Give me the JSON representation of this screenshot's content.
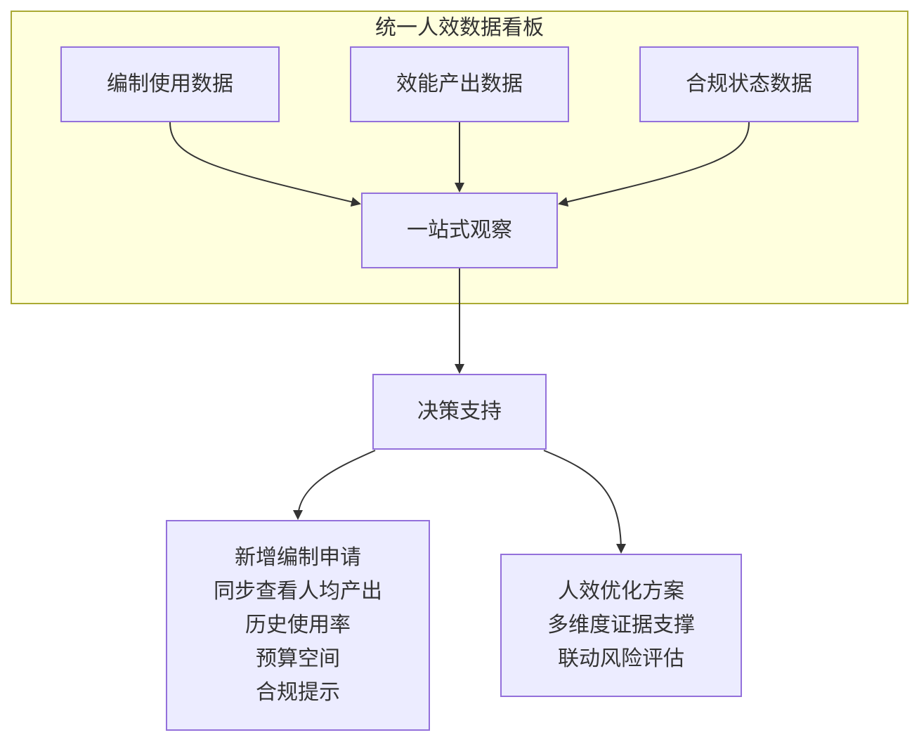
{
  "diagram": {
    "cluster": {
      "title": "统一人效数据看板"
    },
    "nodes": {
      "staffing": {
        "label": "编制使用数据"
      },
      "efficiency": {
        "label": "效能产出数据"
      },
      "compliance": {
        "label": "合规状态数据"
      },
      "one_stop": {
        "label": "一站式观察"
      },
      "decision": {
        "label": "决策支持"
      },
      "new_request": {
        "lines": [
          "新增编制申请",
          "同步查看人均产出",
          "历史使用率",
          "预算空间",
          "合规提示"
        ]
      },
      "optimization": {
        "lines": [
          "人效优化方案",
          "多维度证据支撑",
          "联动风险评估"
        ]
      }
    },
    "edges": [
      {
        "from": "staffing",
        "to": "one_stop"
      },
      {
        "from": "efficiency",
        "to": "one_stop"
      },
      {
        "from": "compliance",
        "to": "one_stop"
      },
      {
        "from": "one_stop",
        "to": "decision"
      },
      {
        "from": "decision",
        "to": "new_request"
      },
      {
        "from": "decision",
        "to": "optimization"
      }
    ],
    "colors": {
      "cluster_fill": "#FFFFDE",
      "cluster_stroke": "#AAAA33",
      "node_fill": "#ECECFF",
      "node_stroke": "#9370DB",
      "edge": "#333333",
      "text": "#333333"
    }
  }
}
